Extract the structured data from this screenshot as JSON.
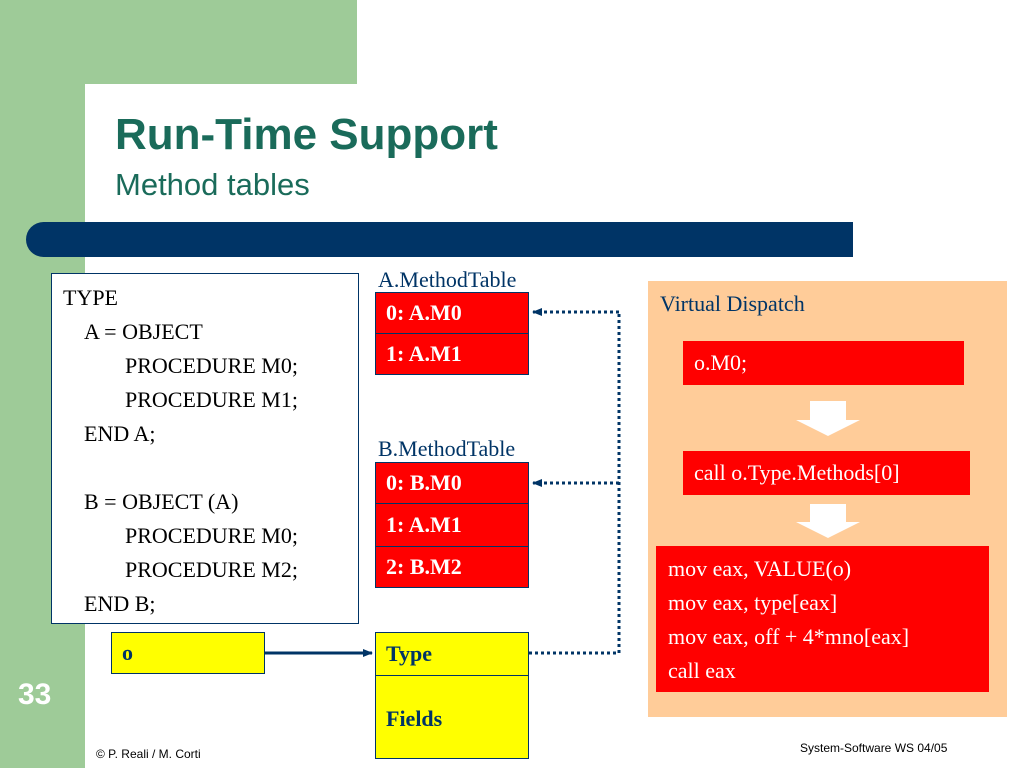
{
  "slide": {
    "title": "Run-Time Support",
    "subtitle": "Method tables",
    "number": "33",
    "footer_left": "© P. Reali / M. Corti",
    "footer_right": "System-Software WS 04/05"
  },
  "code": [
    "TYPE",
    "A = OBJECT",
    "PROCEDURE M0;",
    "PROCEDURE M1;",
    "END A;",
    "B = OBJECT (A)",
    "PROCEDURE M0;",
    "PROCEDURE M2;",
    "END B;"
  ],
  "a_table": {
    "label": "A.MethodTable",
    "entries": [
      "0: A.M0",
      "1: A.M1"
    ]
  },
  "b_table": {
    "label": "B.MethodTable",
    "entries": [
      "0: B.M0",
      "1: A.M1",
      "2: B.M2"
    ]
  },
  "object": {
    "var": "o",
    "type": "Type",
    "fields": "Fields"
  },
  "dispatch": {
    "title": "Virtual Dispatch",
    "call": "o.M0;",
    "resolved": "call o.Type.Methods[0]",
    "asm": [
      "mov eax, VALUE(o)",
      "mov eax, type[eax]",
      "mov eax, off + 4*mno[eax]",
      "call eax"
    ]
  },
  "colors": {
    "green": "#9ecb98",
    "navy": "#003466",
    "title": "#1a6b5a",
    "red": "#ff0000",
    "yellow": "#ffff00",
    "peach": "#ffcc99"
  }
}
